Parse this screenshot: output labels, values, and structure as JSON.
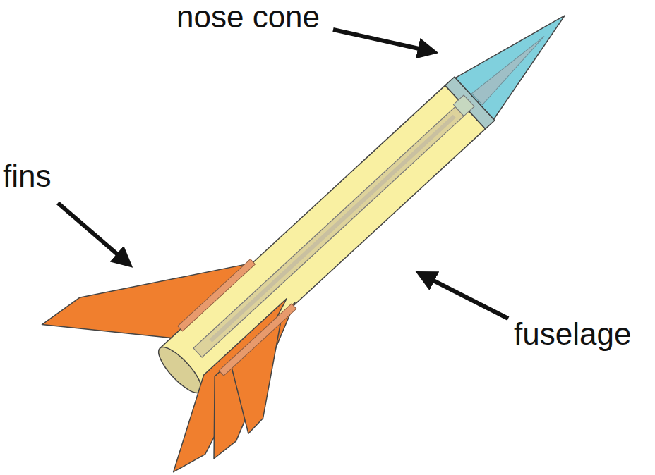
{
  "diagram": {
    "labels": [
      "nose cone",
      "fins",
      "fuselage"
    ]
  }
}
